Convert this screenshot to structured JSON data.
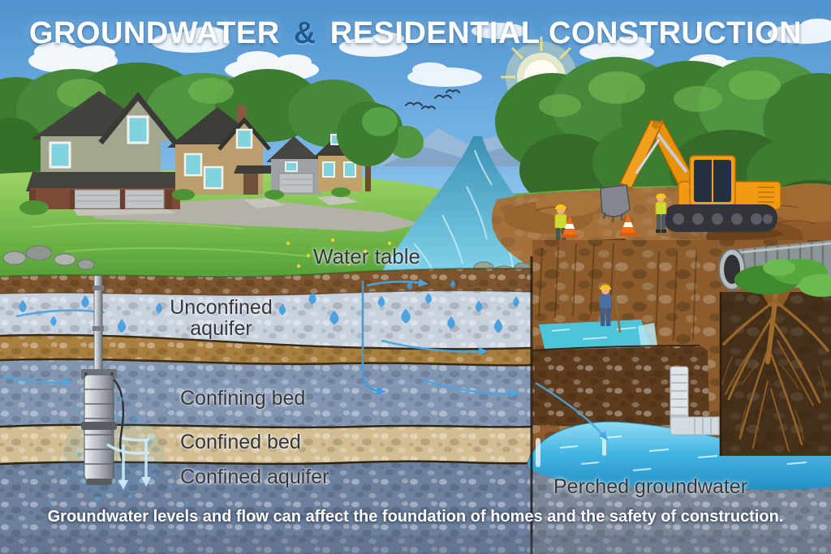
{
  "title": {
    "word1": "GROUNDWATER",
    "ampersand": "&",
    "word2": "RESIDENTIAL CONSTRUCTION"
  },
  "diagram_labels": {
    "water_table": "Water table",
    "unconfined_aquifer": "Unconfined aquifer",
    "confining_bed": "Confining bed",
    "confined_bed": "Confined bed",
    "confined_aquifer": "Confined aquifer",
    "perched_groundwater": "Perched groundwater"
  },
  "caption": "Groundwater levels and flow can affect the foundation of homes and the safety of construction.",
  "scene": {
    "icons": [
      "sun-icon",
      "bird-icon",
      "cloud-icon",
      "house-icon",
      "excavator-icon",
      "construction-worker-icon",
      "traffic-cone-icon",
      "corrugated-pipe-icon",
      "well-pump-icon",
      "tree-roots-icon",
      "water-drop-icon",
      "flow-arrow-icon",
      "river-icon",
      "rock-icon",
      "dirt-mound-icon",
      "drain-pipe-icon"
    ]
  },
  "colors": {
    "sky_top": "#4e92cf",
    "sky_bottom": "#b8ddf4",
    "title_text": "#ffffff",
    "title_ampersand": "#1d5b90",
    "label_text": "#33373c",
    "caption_text": "#ffffff",
    "grass": "#6db33f",
    "river_water": "#53b2cd",
    "groundwater_blue": "#3f9ce0",
    "perched_pool": "#35aede",
    "topsoil_brown": "#7d552e",
    "unconfined_aquifer_layer": "#c7d2de",
    "confining_bed_layer": "#a97f3f",
    "middle_zone_layer": "#8296b2",
    "confined_bed_layer": "#d3bd92",
    "confined_aquifer_layer": "#6d809e",
    "construction_soil": "#a4713c",
    "excavator_orange": "#f29a12",
    "safety_vest": "#cadd33",
    "hard_hat": "#f6c715"
  }
}
